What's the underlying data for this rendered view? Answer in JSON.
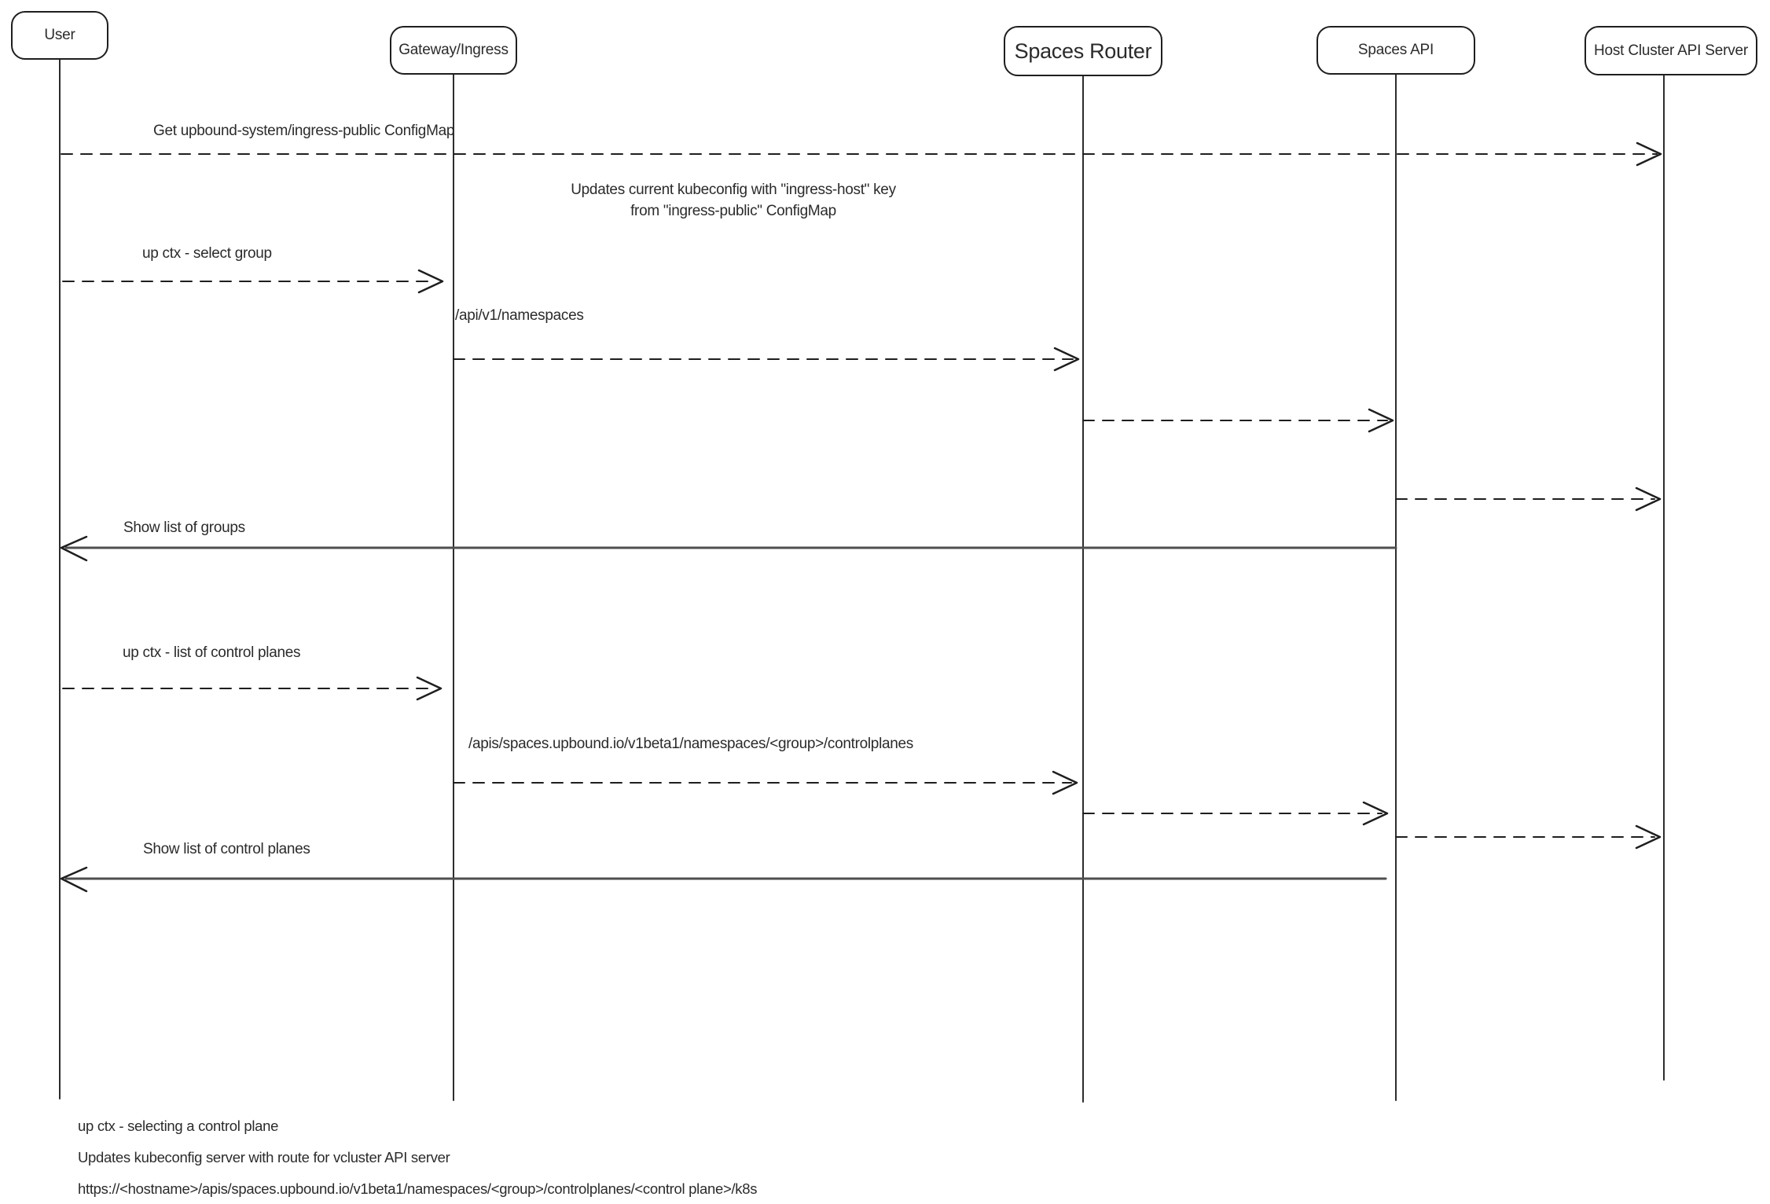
{
  "diagram": {
    "background": "#ffffff",
    "stroke_color": "#1e1e1e",
    "solid_arrow_color": "#4f4f4f"
  },
  "actors": [
    {
      "name": "User"
    },
    {
      "name": "Gateway/Ingress"
    },
    {
      "name": "Spaces Router"
    },
    {
      "name": "Spaces API"
    },
    {
      "name": "Host Cluster API Server"
    }
  ],
  "messages": {
    "get_configmap": "Get upbound-system/ingress-public ConfigMap",
    "note_line1": "Updates current kubeconfig with \"ingress-host\" key",
    "note_line2": "from \"ingress-public\" ConfigMap",
    "select_group": "up ctx - select group",
    "api_namespaces": "/api/v1/namespaces",
    "show_groups": "Show list of groups",
    "list_control_planes": "up ctx - list of control planes",
    "apis_controlplanes": "/apis/spaces.upbound.io/v1beta1/namespaces/<group>/controlplanes",
    "show_control_planes": "Show list of control planes"
  },
  "footer": {
    "line1": "up ctx - selecting a control plane",
    "line2": "Updates kubeconfig server with route for vcluster API server",
    "line3": "https://<hostname>/apis/spaces.upbound.io/v1beta1/namespaces/<group>/controlplanes/<control plane>/k8s"
  }
}
